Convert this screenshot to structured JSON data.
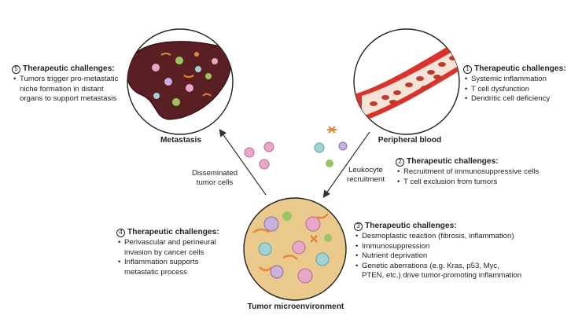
{
  "captions": {
    "metastasis": "Metastasis",
    "peripheral_blood": "Peripheral blood",
    "tumor_microenvironment": "Tumor microenvironment"
  },
  "arrows": {
    "disseminated": "Disseminated\ntumor cells",
    "leukocyte": "Leukocyte\nrecruitment"
  },
  "challenges": [
    {
      "number": "1",
      "title": "Therapeutic challenges:",
      "items": [
        "Systemic inflammation",
        "T cell dysfunction",
        "Dendritic cell deficiency"
      ]
    },
    {
      "number": "2",
      "title": "Therapeutic challenges:",
      "items": [
        "Recruitment of immunosuppressive cells",
        "T cell exclusion from tumors"
      ]
    },
    {
      "number": "3",
      "title": "Therapeutic challenges:",
      "items": [
        "Desmoplastic reaction (fibrosis, inflammation)",
        "Immunosuppression",
        "Nutrient deprivation",
        "Genetic aberrations (e.g. Kras, p53, Myc,\nPTEN, etc.) drive tumor-promoting inflammation"
      ]
    },
    {
      "number": "4",
      "title": "Therapeutic challenges:",
      "items": [
        "Perivascular and perineural\ninvasion by cancer cells",
        "Inflammation supports\nmetastatic process"
      ]
    },
    {
      "number": "5",
      "title": "Therapeutic challenges:",
      "items": [
        "Tumors trigger pro-metastatic\nniche formation in distant\norgans to support metastasis"
      ]
    }
  ],
  "colors": {
    "liver": "#5a1f22",
    "vessel": "#d9342b",
    "rbc": "#c0392b",
    "tumor_bg": "#e9c98c",
    "tumor_cell_pink": "#e8a7c8",
    "tumor_cell_purple": "#c7b0d9",
    "leukocyte_teal": "#9fd3d6",
    "leukocyte_green": "#9ac55e",
    "fibroblast_orange": "#e0893a"
  }
}
